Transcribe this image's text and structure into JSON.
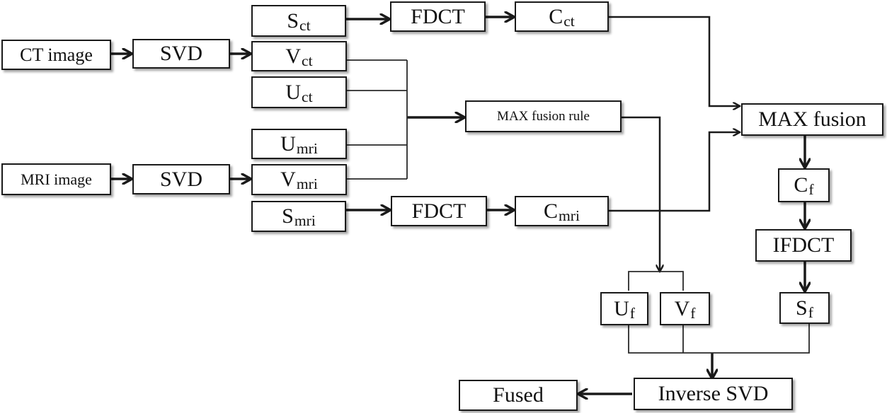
{
  "nodes": {
    "ct_image": {
      "label": "CT image"
    },
    "mri_image": {
      "label": "MRI image"
    },
    "svd_ct": {
      "label": "SVD"
    },
    "svd_mri": {
      "label": "SVD"
    },
    "s_ct": {
      "main": "S",
      "sub": "ct"
    },
    "v_ct": {
      "main": "V",
      "sub": "ct"
    },
    "u_ct": {
      "main": "U",
      "sub": "ct"
    },
    "u_mri": {
      "main": "U",
      "sub": "mri"
    },
    "v_mri": {
      "main": "V",
      "sub": "mri"
    },
    "s_mri": {
      "main": "S",
      "sub": "mri"
    },
    "fdct_ct": {
      "label": "FDCT"
    },
    "fdct_mri": {
      "label": "FDCT"
    },
    "c_ct": {
      "main": "C",
      "sub": "ct"
    },
    "c_mri": {
      "main": "C",
      "sub": "mri"
    },
    "max_rule": {
      "label": "MAX fusion rule"
    },
    "max_fusion": {
      "label": "MAX fusion"
    },
    "c_f": {
      "main": "C",
      "sub": "f"
    },
    "ifdct": {
      "label": "IFDCT"
    },
    "s_f": {
      "main": "S",
      "sub": "f"
    },
    "u_f": {
      "main": "U",
      "sub": "f"
    },
    "v_f": {
      "main": "V",
      "sub": "f"
    },
    "inverse_svd": {
      "label": "Inverse SVD"
    },
    "fused": {
      "label": "Fused"
    }
  },
  "edges": [
    [
      "ct_image",
      "svd_ct"
    ],
    [
      "svd_ct",
      "v_ct"
    ],
    [
      "s_ct",
      "fdct_ct"
    ],
    [
      "fdct_ct",
      "c_ct"
    ],
    [
      "mri_image",
      "svd_mri"
    ],
    [
      "svd_mri",
      "v_mri"
    ],
    [
      "s_mri",
      "fdct_mri"
    ],
    [
      "fdct_mri",
      "c_mri"
    ],
    [
      "v_ct",
      "max_rule"
    ],
    [
      "u_ct",
      "max_rule"
    ],
    [
      "u_mri",
      "max_rule"
    ],
    [
      "v_mri",
      "max_rule"
    ],
    [
      "c_ct",
      "max_fusion"
    ],
    [
      "c_mri",
      "max_fusion"
    ],
    [
      "max_fusion",
      "c_f"
    ],
    [
      "c_f",
      "ifdct"
    ],
    [
      "ifdct",
      "s_f"
    ],
    [
      "max_rule",
      "u_f"
    ],
    [
      "max_rule",
      "v_f"
    ],
    [
      "u_f",
      "inverse_svd"
    ],
    [
      "v_f",
      "inverse_svd"
    ],
    [
      "s_f",
      "inverse_svd"
    ],
    [
      "inverse_svd",
      "fused"
    ]
  ]
}
